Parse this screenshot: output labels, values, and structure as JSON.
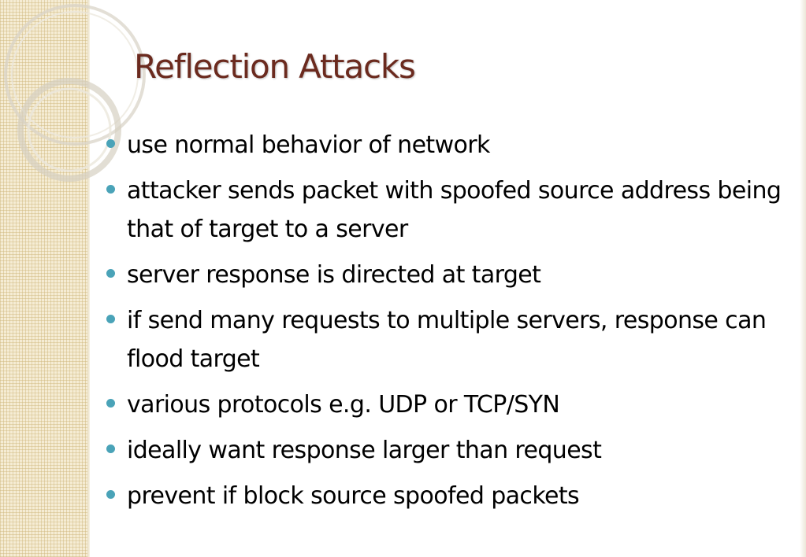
{
  "slide": {
    "title": "Reflection Attacks",
    "bullets": [
      "use normal behavior of network",
      "attacker sends packet with spoofed source address being that of target to a server",
      "server response is directed at target",
      "if send many requests to multiple servers, response can flood target",
      "various protocols e.g. UDP or TCP/SYN",
      "ideally want response larger than request",
      "prevent if block source spoofed packets"
    ]
  },
  "colors": {
    "title": "#6b2a1e",
    "bullet": "#4aa3b8",
    "text": "#000000",
    "side_panel": "#f5ecd4"
  }
}
